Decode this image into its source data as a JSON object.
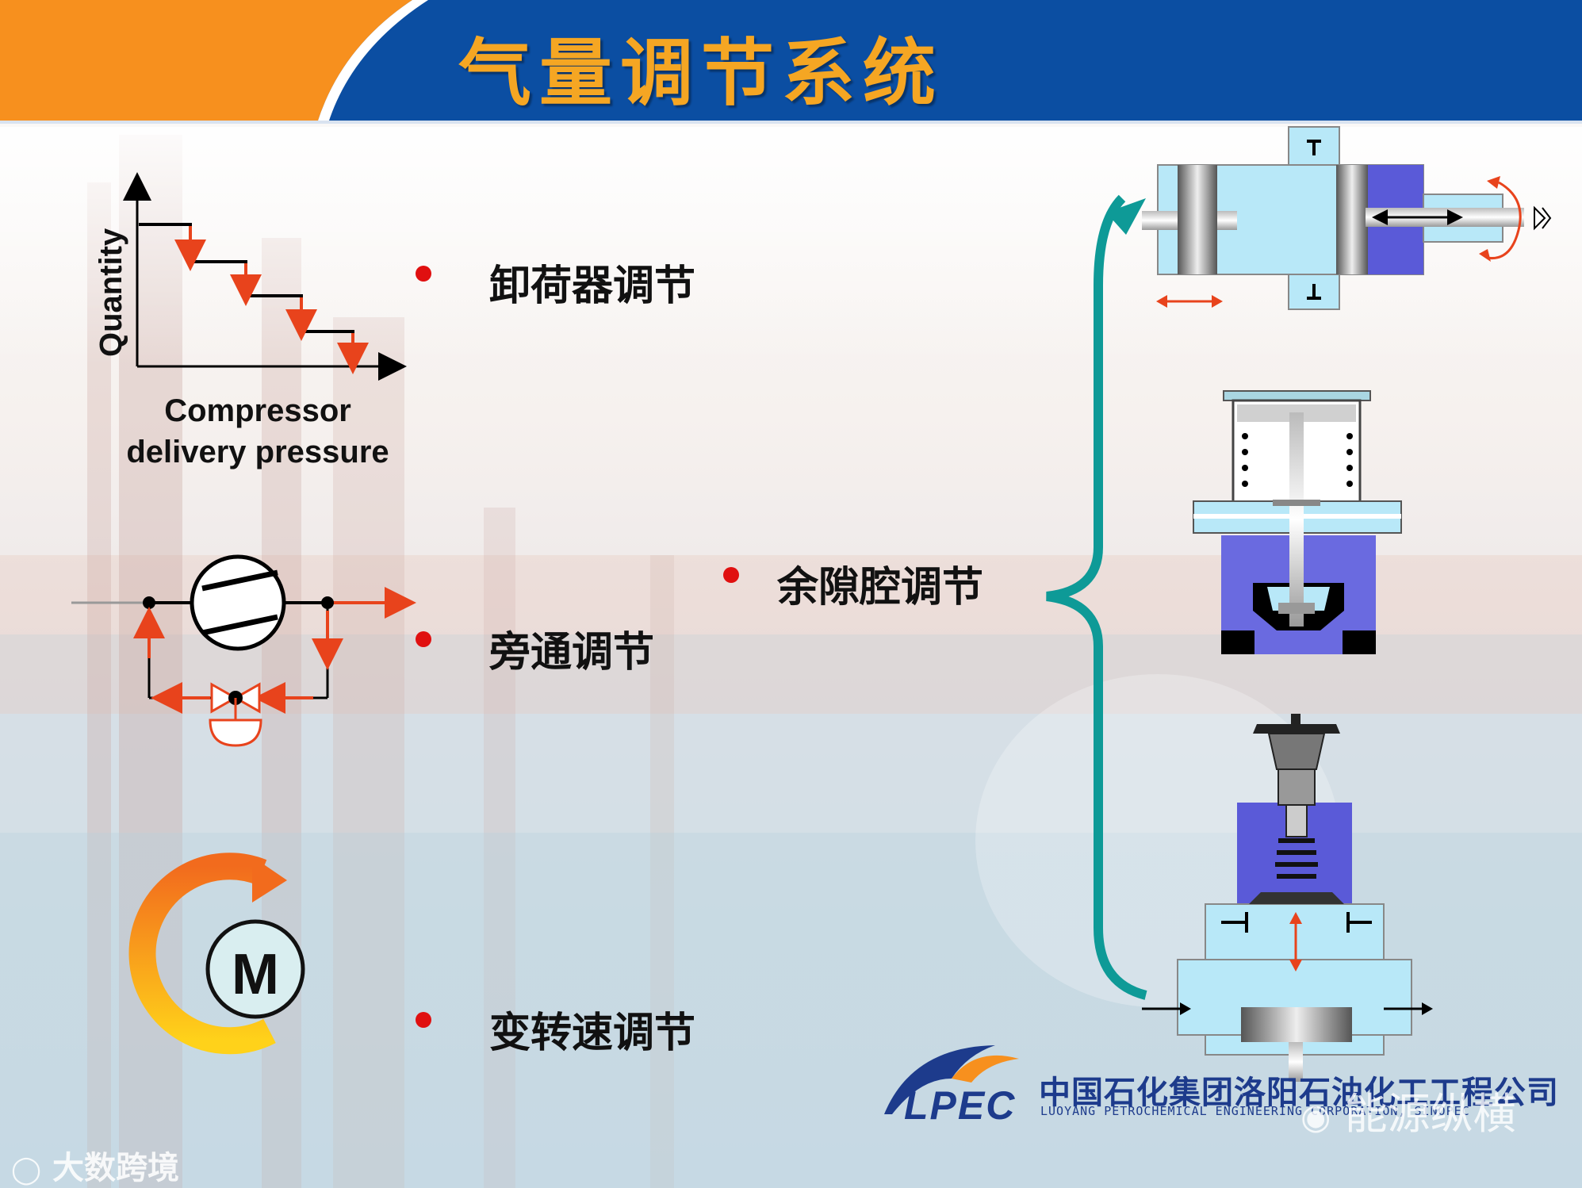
{
  "title": "气量调节系统",
  "colors": {
    "header_blue": "#0b4ea2",
    "header_orange": "#f7901e",
    "title_text": "#f5a623",
    "bullet_red": "#e01010",
    "arrow_red": "#e8431c",
    "teal_brace": "#0e9a97",
    "valve_blue": "#5a5ad8",
    "cylinder_light": "#b8e8f8"
  },
  "methods": [
    {
      "label": "卸荷器调节",
      "icon": "step-chart"
    },
    {
      "label": "旁通调节",
      "icon": "bypass-compressor"
    },
    {
      "label": "变转速调节",
      "icon": "motor"
    }
  ],
  "clearance": {
    "label": "余隙腔调节"
  },
  "step_chart": {
    "ylabel": "Quantity",
    "xlabel_line1": "Compressor",
    "xlabel_line2": "delivery pressure"
  },
  "motor": {
    "symbol": "M"
  },
  "logo": {
    "abbr": "LPEC",
    "name_cn": "中国石化集团洛阳石油化工工程公司",
    "name_en": "LUOYANG PETROCHEMICAL ENGINEERING CORPORATION, SINOPEC"
  },
  "watermarks": {
    "left": "大数跨境",
    "right": "能源纵横"
  }
}
